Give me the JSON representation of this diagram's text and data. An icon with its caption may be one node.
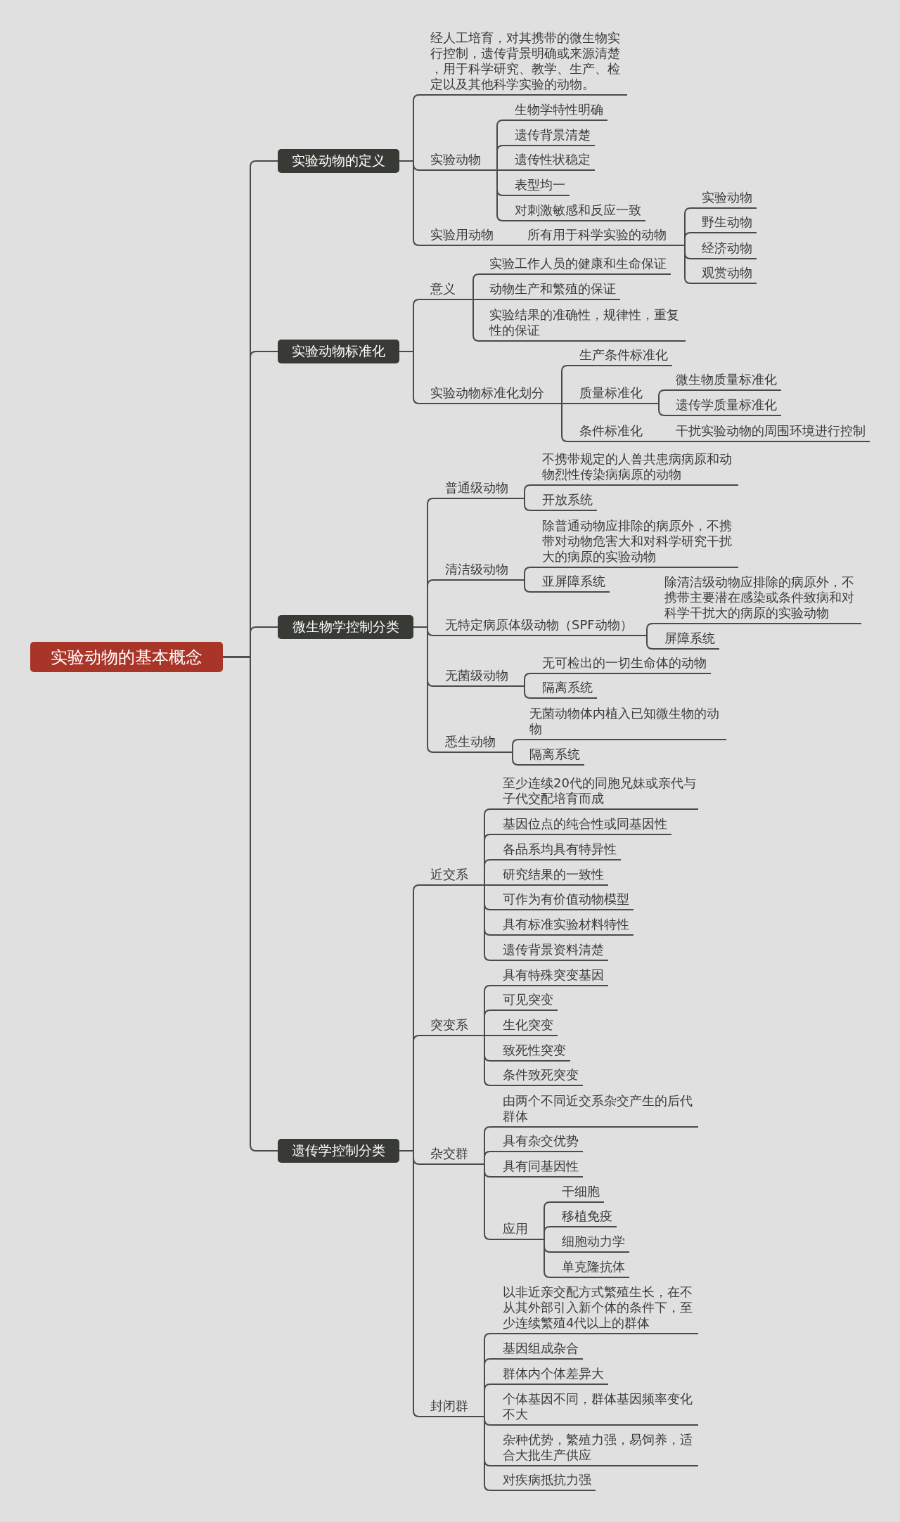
{
  "diagram": {
    "nodes": [
      {
        "text": [
          "实验动物的基本概念"
        ]
      },
      {
        "text": [
          "实验动物的定义"
        ]
      },
      {
        "text": [
          "经人工培育，对其携带的微生物实行控制，遗传背景明确或来源清楚，用于科学研究、教学、生产、检定以及其他科学实验的动物。"
        ]
      },
      {
        "text": [
          "实验动物"
        ]
      },
      {
        "text": [
          "生物学特性明确"
        ]
      },
      {
        "text": [
          "遗传背景清楚"
        ]
      },
      {
        "text": [
          "遗传性状稳定"
        ]
      },
      {
        "text": [
          "表型均一"
        ]
      },
      {
        "text": [
          "对刺激敏感和反应一致"
        ]
      },
      {
        "text": [
          "实验用动物"
        ]
      },
      {
        "text": [
          "所有用于科学实验的动物"
        ]
      },
      {
        "text": [
          "实验动物"
        ]
      },
      {
        "text": [
          "野生动物"
        ]
      },
      {
        "text": [
          "经济动物"
        ]
      },
      {
        "text": [
          "观赏动物"
        ]
      },
      {
        "text": [
          "实验动物标准化"
        ]
      },
      {
        "text": [
          "意义"
        ]
      },
      {
        "text": [
          "实验工作人员的健康和生命保证"
        ]
      },
      {
        "text": [
          "动物生产和繁殖的保证"
        ]
      },
      {
        "text": [
          "实验结果的准确性，规律性，重复性的保证"
        ]
      },
      {
        "text": [
          "实验动物标准化划分"
        ]
      },
      {
        "text": [
          "生产条件标准化"
        ]
      },
      {
        "text": [
          "质量标准化"
        ]
      },
      {
        "text": [
          "微生物质量标准化"
        ]
      },
      {
        "text": [
          "遗传学质量标准化"
        ]
      },
      {
        "text": [
          "条件标准化"
        ]
      },
      {
        "text": [
          "干扰实验动物的周围环境进行控制"
        ]
      },
      {
        "text": [
          "微生物学控制分类"
        ]
      },
      {
        "text": [
          "普通级动物"
        ]
      },
      {
        "text": [
          "不携带规定的人兽共患病病原和动物烈性传染病病原的动物"
        ]
      },
      {
        "text": [
          "开放系统"
        ]
      },
      {
        "text": [
          "清洁级动物"
        ]
      },
      {
        "text": [
          "除普通动物应排除的病原外，不携带对动物危害大和对科学研究干扰大的病原的实验动物"
        ]
      },
      {
        "text": [
          "亚屏障系统"
        ]
      },
      {
        "text": [
          "无特定病原体级动物（SPF动物）"
        ]
      },
      {
        "text": [
          "除清洁级动物应排除的病原外，不携带主要潜在感染或条件致病和对科学干扰大的病原的实验动物"
        ]
      },
      {
        "text": [
          "屏障系统"
        ]
      },
      {
        "text": [
          "无菌级动物"
        ]
      },
      {
        "text": [
          "无可检出的一切生命体的动物"
        ]
      },
      {
        "text": [
          "隔离系统"
        ]
      },
      {
        "text": [
          "悉生动物"
        ]
      },
      {
        "text": [
          "无菌动物体内植入已知微生物的动物"
        ]
      },
      {
        "text": [
          "隔离系统"
        ]
      },
      {
        "text": [
          "遗传学控制分类"
        ]
      },
      {
        "text": [
          "近交系"
        ]
      },
      {
        "text": [
          "至少连续20代的同胞兄妹或亲代与子代交配培育而成"
        ]
      },
      {
        "text": [
          "基因位点的纯合性或同基因性"
        ]
      },
      {
        "text": [
          "各品系均具有特异性"
        ]
      },
      {
        "text": [
          "研究结果的一致性"
        ]
      },
      {
        "text": [
          "可作为有价值动物模型"
        ]
      },
      {
        "text": [
          "具有标准实验材料特性"
        ]
      },
      {
        "text": [
          "遗传背景资料清楚"
        ]
      },
      {
        "text": [
          "突变系"
        ]
      },
      {
        "text": [
          "具有特殊突变基因"
        ]
      },
      {
        "text": [
          "可见突变"
        ]
      },
      {
        "text": [
          "生化突变"
        ]
      },
      {
        "text": [
          "致死性突变"
        ]
      },
      {
        "text": [
          "条件致死突变"
        ]
      },
      {
        "text": [
          "杂交群"
        ]
      },
      {
        "text": [
          "由两个不同近交系杂交产生的后代群体"
        ]
      },
      {
        "text": [
          "具有杂交优势"
        ]
      },
      {
        "text": [
          "具有同基因性"
        ]
      },
      {
        "text": [
          "应用"
        ]
      },
      {
        "text": [
          "干细胞"
        ]
      },
      {
        "text": [
          "移植免疫"
        ]
      },
      {
        "text": [
          "细胞动力学"
        ]
      },
      {
        "text": [
          "单克隆抗体"
        ]
      },
      {
        "text": [
          "封闭群"
        ]
      },
      {
        "text": [
          "以非近亲交配方式繁殖生长，在不从其外部引入新个体的条件下，至少连续繁殖4代以上的群体"
        ]
      },
      {
        "text": [
          "基因组成杂合"
        ]
      },
      {
        "text": [
          "群体内个体差异大"
        ]
      },
      {
        "text": [
          "个体基因不同，群体基因频率变化不大"
        ]
      },
      {
        "text": [
          "杂种优势，繁殖力强，易饲养，适合大批生产供应"
        ]
      },
      {
        "text": [
          "对疾病抵抗力强"
        ]
      }
    ],
    "edges": [
      {
        "from": 0,
        "to": 1,
        "arrow": "none"
      },
      {
        "from": 1,
        "to": 2,
        "arrow": "none"
      },
      {
        "from": 1,
        "to": 3,
        "arrow": "none"
      },
      {
        "from": 3,
        "to": 4,
        "arrow": "none"
      },
      {
        "from": 3,
        "to": 5,
        "arrow": "none"
      },
      {
        "from": 3,
        "to": 6,
        "arrow": "none"
      },
      {
        "from": 3,
        "to": 7,
        "arrow": "none"
      },
      {
        "from": 3,
        "to": 8,
        "arrow": "none"
      },
      {
        "from": 1,
        "to": 9,
        "arrow": "none"
      },
      {
        "from": 9,
        "to": 10,
        "arrow": "none"
      },
      {
        "from": 10,
        "to": 11,
        "arrow": "none"
      },
      {
        "from": 10,
        "to": 12,
        "arrow": "none"
      },
      {
        "from": 10,
        "to": 13,
        "arrow": "none"
      },
      {
        "from": 10,
        "to": 14,
        "arrow": "none"
      },
      {
        "from": 0,
        "to": 15,
        "arrow": "none"
      },
      {
        "from": 15,
        "to": 16,
        "arrow": "none"
      },
      {
        "from": 16,
        "to": 17,
        "arrow": "none"
      },
      {
        "from": 16,
        "to": 18,
        "arrow": "none"
      },
      {
        "from": 16,
        "to": 19,
        "arrow": "none"
      },
      {
        "from": 15,
        "to": 20,
        "arrow": "none"
      },
      {
        "from": 20,
        "to": 21,
        "arrow": "none"
      },
      {
        "from": 20,
        "to": 22,
        "arrow": "none"
      },
      {
        "from": 22,
        "to": 23,
        "arrow": "none"
      },
      {
        "from": 22,
        "to": 24,
        "arrow": "none"
      },
      {
        "from": 20,
        "to": 25,
        "arrow": "none"
      },
      {
        "from": 25,
        "to": 26,
        "arrow": "none"
      },
      {
        "from": 0,
        "to": 27,
        "arrow": "none"
      },
      {
        "from": 27,
        "to": 28,
        "arrow": "none"
      },
      {
        "from": 28,
        "to": 29,
        "arrow": "none"
      },
      {
        "from": 28,
        "to": 30,
        "arrow": "none"
      },
      {
        "from": 27,
        "to": 31,
        "arrow": "none"
      },
      {
        "from": 31,
        "to": 32,
        "arrow": "none"
      },
      {
        "from": 31,
        "to": 33,
        "arrow": "none"
      },
      {
        "from": 27,
        "to": 34,
        "arrow": "none"
      },
      {
        "from": 34,
        "to": 35,
        "arrow": "none"
      },
      {
        "from": 34,
        "to": 36,
        "arrow": "none"
      },
      {
        "from": 27,
        "to": 37,
        "arrow": "none"
      },
      {
        "from": 37,
        "to": 38,
        "arrow": "none"
      },
      {
        "from": 37,
        "to": 39,
        "arrow": "none"
      },
      {
        "from": 27,
        "to": 40,
        "arrow": "none"
      },
      {
        "from": 40,
        "to": 41,
        "arrow": "none"
      },
      {
        "from": 40,
        "to": 42,
        "arrow": "none"
      },
      {
        "from": 0,
        "to": 43,
        "arrow": "none"
      },
      {
        "from": 43,
        "to": 44,
        "arrow": "none"
      },
      {
        "from": 44,
        "to": 45,
        "arrow": "none"
      },
      {
        "from": 44,
        "to": 46,
        "arrow": "none"
      },
      {
        "from": 44,
        "to": 47,
        "arrow": "none"
      },
      {
        "from": 44,
        "to": 48,
        "arrow": "none"
      },
      {
        "from": 44,
        "to": 49,
        "arrow": "none"
      },
      {
        "from": 44,
        "to": 50,
        "arrow": "none"
      },
      {
        "from": 44,
        "to": 51,
        "arrow": "none"
      },
      {
        "from": 43,
        "to": 52,
        "arrow": "none"
      },
      {
        "from": 52,
        "to": 53,
        "arrow": "none"
      },
      {
        "from": 52,
        "to": 54,
        "arrow": "none"
      },
      {
        "from": 52,
        "to": 55,
        "arrow": "none"
      },
      {
        "from": 52,
        "to": 56,
        "arrow": "none"
      },
      {
        "from": 52,
        "to": 57,
        "arrow": "none"
      },
      {
        "from": 43,
        "to": 58,
        "arrow": "none"
      },
      {
        "from": 58,
        "to": 59,
        "arrow": "none"
      },
      {
        "from": 58,
        "to": 60,
        "arrow": "none"
      },
      {
        "from": 58,
        "to": 61,
        "arrow": "none"
      },
      {
        "from": 58,
        "to": 62,
        "arrow": "none"
      },
      {
        "from": 62,
        "to": 63,
        "arrow": "none"
      },
      {
        "from": 62,
        "to": 64,
        "arrow": "none"
      },
      {
        "from": 62,
        "to": 65,
        "arrow": "none"
      },
      {
        "from": 62,
        "to": 66,
        "arrow": "none"
      },
      {
        "from": 43,
        "to": 67,
        "arrow": "none"
      },
      {
        "from": 67,
        "to": 68,
        "arrow": "none"
      },
      {
        "from": 67,
        "to": 69,
        "arrow": "none"
      },
      {
        "from": 67,
        "to": 70,
        "arrow": "none"
      },
      {
        "from": 67,
        "to": 71,
        "arrow": "none"
      },
      {
        "from": 67,
        "to": 72,
        "arrow": "none"
      },
      {
        "from": 67,
        "to": 73,
        "arrow": "none"
      }
    ]
  }
}
